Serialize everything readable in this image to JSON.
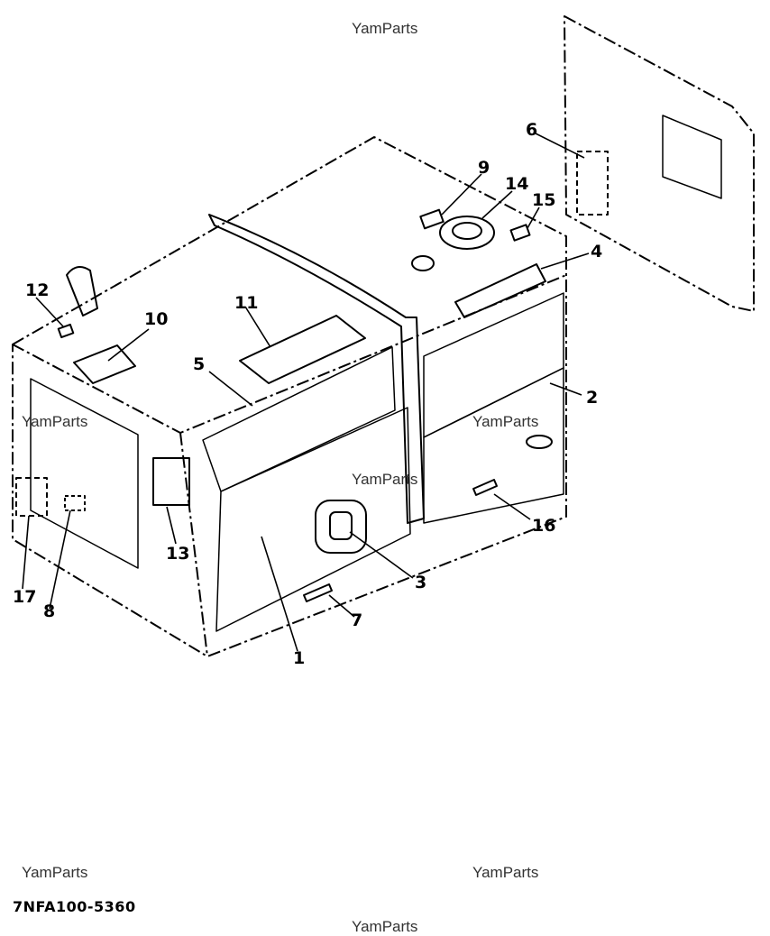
{
  "diagram": {
    "part_code": "7NFA100-5360",
    "watermark": "YamParts",
    "callouts": [
      "1",
      "2",
      "3",
      "4",
      "5",
      "6",
      "7",
      "8",
      "9",
      "10",
      "11",
      "12",
      "13",
      "14",
      "15",
      "16",
      "17"
    ]
  }
}
